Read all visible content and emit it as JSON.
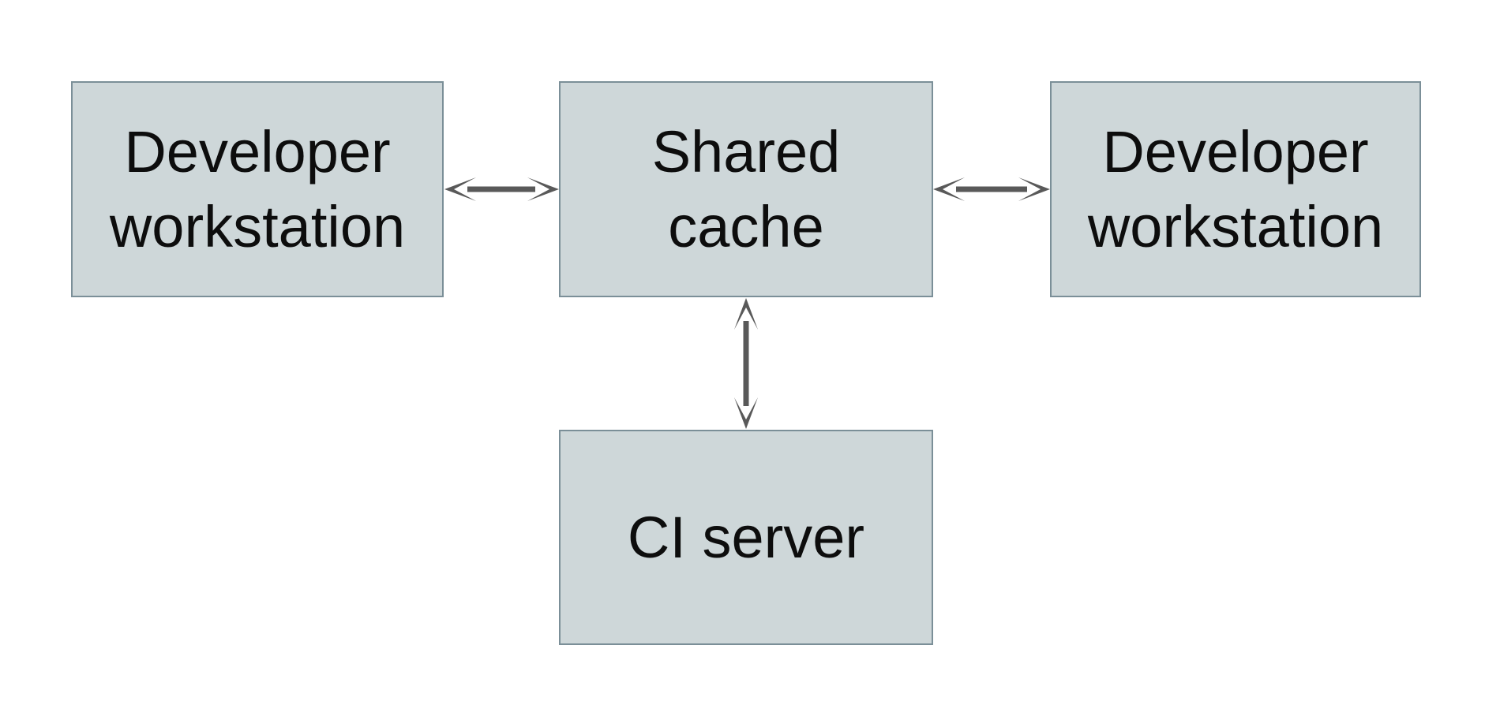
{
  "diagram": {
    "type": "architecture-diagram",
    "nodes": {
      "developer_workstation_left": {
        "label": "Developer workstation"
      },
      "shared_cache": {
        "label": "Shared cache"
      },
      "developer_workstation_right": {
        "label": "Developer workstation"
      },
      "ci_server": {
        "label": "CI server"
      }
    },
    "edges": [
      {
        "from": "developer_workstation_left",
        "to": "shared_cache",
        "style": "double-headed-arrow"
      },
      {
        "from": "shared_cache",
        "to": "developer_workstation_right",
        "style": "double-headed-arrow"
      },
      {
        "from": "shared_cache",
        "to": "ci_server",
        "style": "double-headed-arrow"
      }
    ],
    "colors": {
      "background": "#ffffff",
      "node_fill": "#ced7d9",
      "node_border": "#7b8f98",
      "arrow": "#595959",
      "text": "#0d0d0d"
    }
  }
}
